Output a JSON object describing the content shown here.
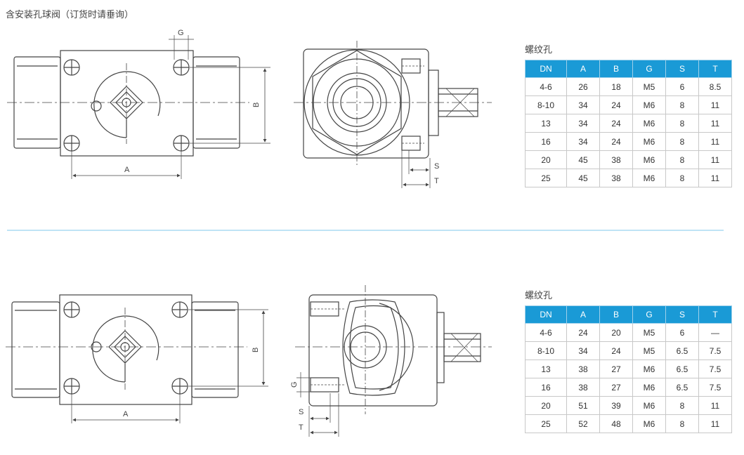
{
  "page_title": "含安装孔球阀（订货时请垂询）",
  "top": {
    "spec_label": "螺纹孔",
    "dim_labels": {
      "A": "A",
      "B": "B",
      "G": "G",
      "S": "S",
      "T": "T"
    },
    "table": {
      "headers": [
        "DN",
        "A",
        "B",
        "G",
        "S",
        "T"
      ],
      "rows": [
        [
          "4-6",
          "26",
          "18",
          "M5",
          "6",
          "8.5"
        ],
        [
          "8-10",
          "34",
          "24",
          "M6",
          "8",
          "11"
        ],
        [
          "13",
          "34",
          "24",
          "M6",
          "8",
          "11"
        ],
        [
          "16",
          "34",
          "24",
          "M6",
          "8",
          "11"
        ],
        [
          "20",
          "45",
          "38",
          "M6",
          "8",
          "11"
        ],
        [
          "25",
          "45",
          "38",
          "M6",
          "8",
          "11"
        ]
      ]
    }
  },
  "bottom": {
    "spec_label": "螺纹孔",
    "dim_labels": {
      "A": "A",
      "B": "B",
      "G": "G",
      "S": "S",
      "T": "T"
    },
    "table": {
      "headers": [
        "DN",
        "A",
        "B",
        "G",
        "S",
        "T"
      ],
      "rows": [
        [
          "4-6",
          "24",
          "20",
          "M5",
          "6",
          "—"
        ],
        [
          "8-10",
          "34",
          "24",
          "M5",
          "6.5",
          "7.5"
        ],
        [
          "13",
          "38",
          "27",
          "M6",
          "6.5",
          "7.5"
        ],
        [
          "16",
          "38",
          "27",
          "M6",
          "6.5",
          "7.5"
        ],
        [
          "20",
          "51",
          "39",
          "M6",
          "8",
          "11"
        ],
        [
          "25",
          "52",
          "48",
          "M6",
          "8",
          "11"
        ]
      ]
    }
  },
  "colors": {
    "header_bg": "#1a9ad6",
    "divider": "#bfe3f5",
    "line": "#444444"
  }
}
